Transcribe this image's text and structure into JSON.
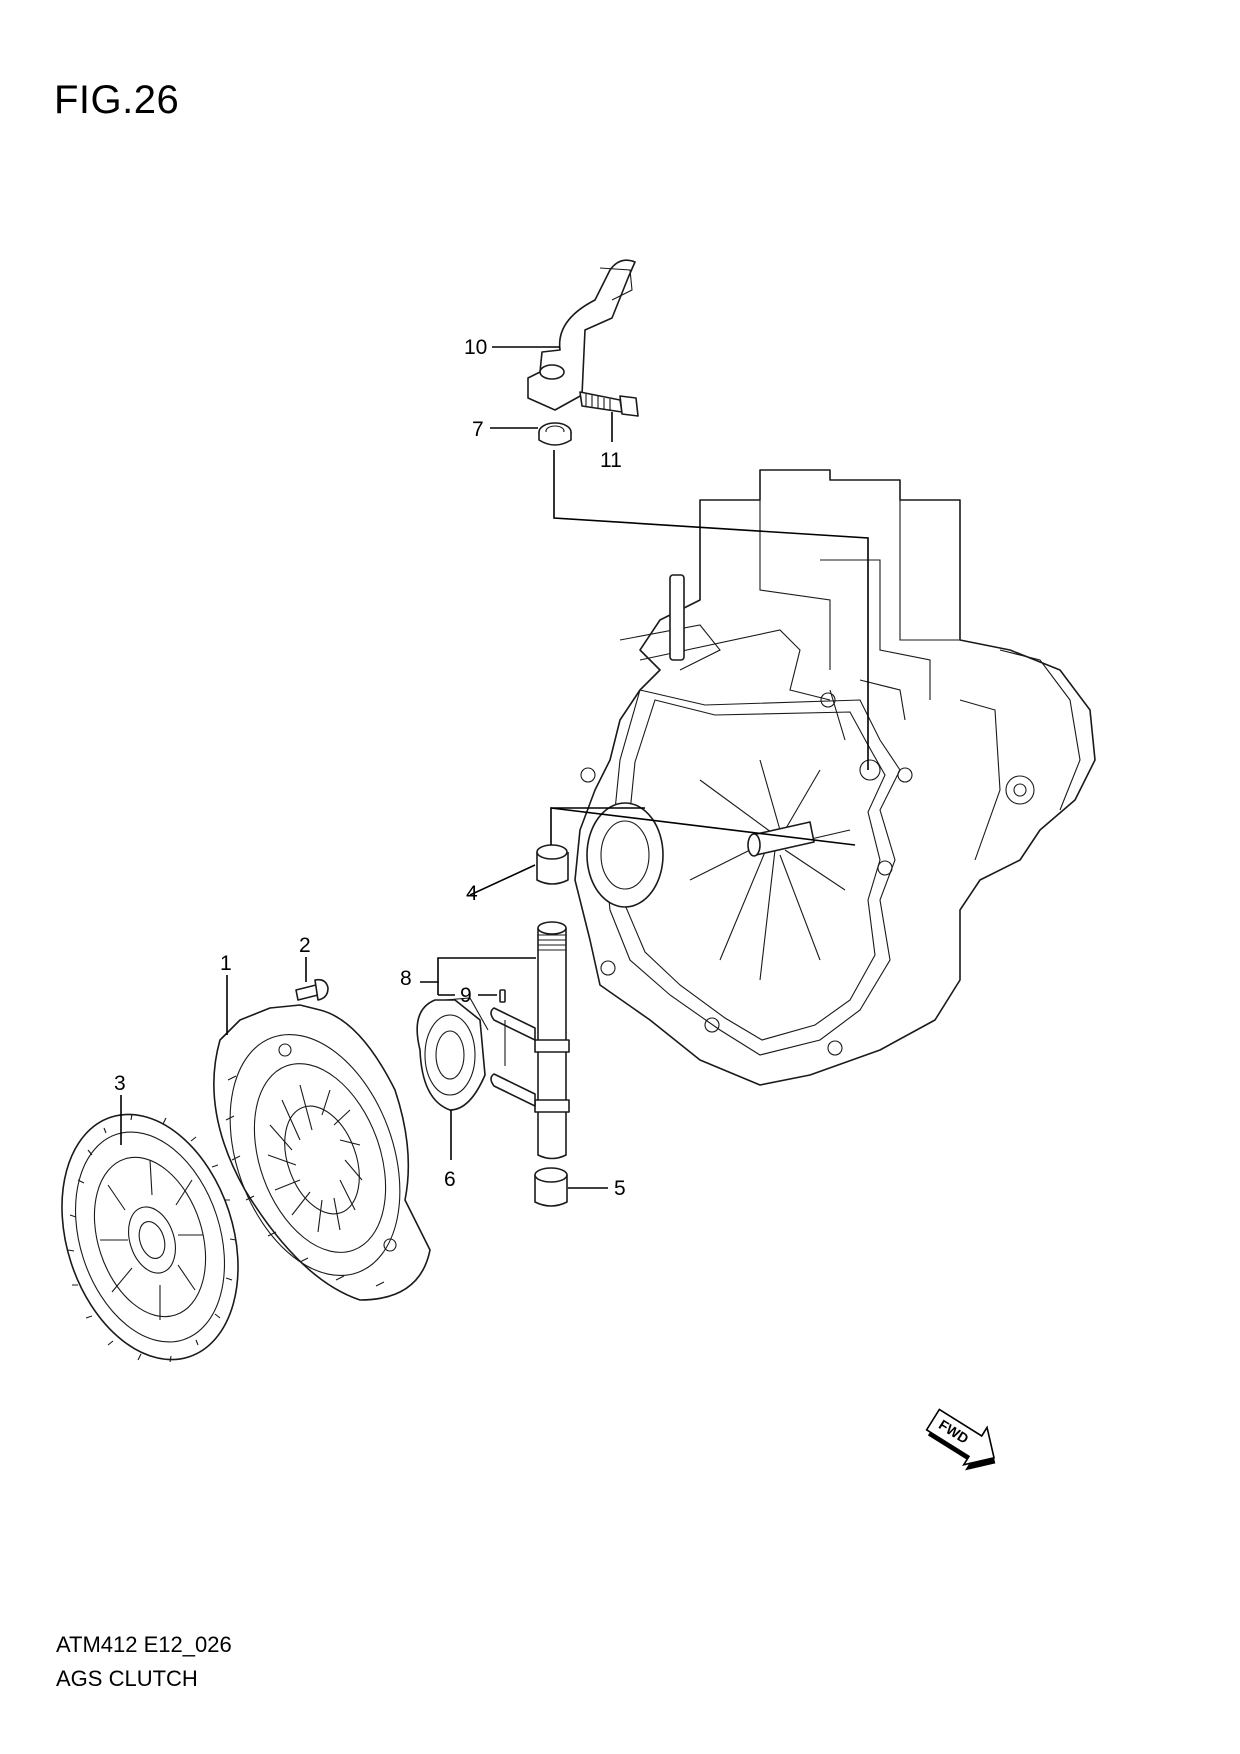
{
  "figure": {
    "title": "FIG.26"
  },
  "footer": {
    "code": "ATM412 E12_026",
    "name": "AGS CLUTCH"
  },
  "callouts": [
    "1",
    "2",
    "3",
    "4",
    "5",
    "6",
    "7",
    "8",
    "9",
    "10",
    "11"
  ],
  "fwd_label": "FWD"
}
